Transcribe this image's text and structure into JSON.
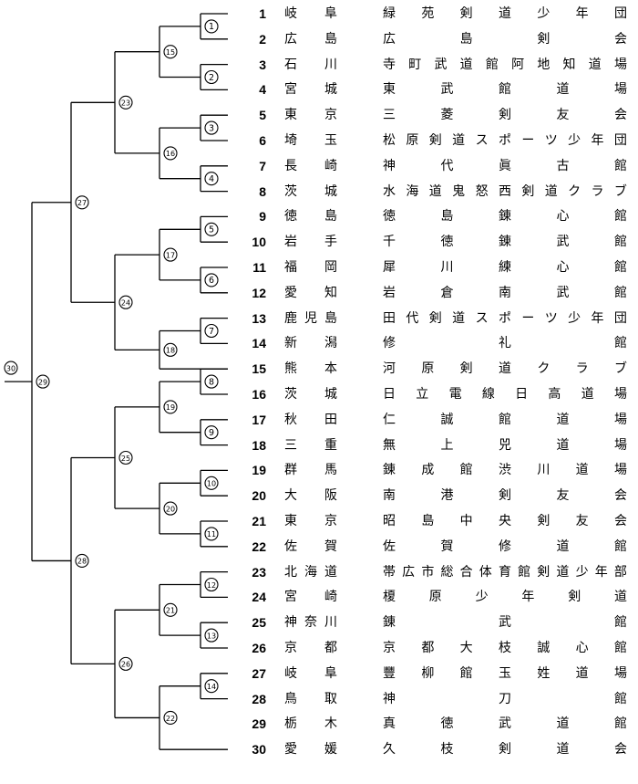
{
  "entries": [
    {
      "no": "1",
      "pref": "岐阜",
      "club": "緑苑剣道少年団"
    },
    {
      "no": "2",
      "pref": "広島",
      "club": "広島剣会"
    },
    {
      "no": "3",
      "pref": "石川",
      "club": "寺町武道館阿地知道場"
    },
    {
      "no": "4",
      "pref": "宮城",
      "club": "東武館道場"
    },
    {
      "no": "5",
      "pref": "東京",
      "club": "三菱剣友会"
    },
    {
      "no": "6",
      "pref": "埼玉",
      "club": "松原剣道スポーツ少年団"
    },
    {
      "no": "7",
      "pref": "長崎",
      "club": "神代眞古館"
    },
    {
      "no": "8",
      "pref": "茨城",
      "club": "水海道鬼怒西剣道クラブ"
    },
    {
      "no": "9",
      "pref": "徳島",
      "club": "徳島錬心館"
    },
    {
      "no": "10",
      "pref": "岩手",
      "club": "千徳錬武館"
    },
    {
      "no": "11",
      "pref": "福岡",
      "club": "犀川練心館"
    },
    {
      "no": "12",
      "pref": "愛知",
      "club": "岩倉南武館"
    },
    {
      "no": "13",
      "pref": "鹿児島",
      "club": "田代剣道スポーツ少年団"
    },
    {
      "no": "14",
      "pref": "新潟",
      "club": "修礼館"
    },
    {
      "no": "15",
      "pref": "熊本",
      "club": "河原剣道クラブ"
    },
    {
      "no": "16",
      "pref": "茨城",
      "club": "日立電線日高道場"
    },
    {
      "no": "17",
      "pref": "秋田",
      "club": "仁誠館道場"
    },
    {
      "no": "18",
      "pref": "三重",
      "club": "無上兕道場"
    },
    {
      "no": "19",
      "pref": "群馬",
      "club": "錬成館渋川道場"
    },
    {
      "no": "20",
      "pref": "大阪",
      "club": "南港剣友会"
    },
    {
      "no": "21",
      "pref": "東京",
      "club": "昭島中央剣友会"
    },
    {
      "no": "22",
      "pref": "佐賀",
      "club": "佐賀修道館"
    },
    {
      "no": "23",
      "pref": "北海道",
      "club": "帯広市総合体育館剣道少年部"
    },
    {
      "no": "24",
      "pref": "宮崎",
      "club": "榎原少年剣道"
    },
    {
      "no": "25",
      "pref": "神奈川",
      "club": "錬武館"
    },
    {
      "no": "26",
      "pref": "京都",
      "club": "京都大枝誠心館"
    },
    {
      "no": "27",
      "pref": "岐阜",
      "club": "豐柳館玉姓道場"
    },
    {
      "no": "28",
      "pref": "鳥取",
      "club": "神刀館"
    },
    {
      "no": "29",
      "pref": "栃木",
      "club": "真徳武道館"
    },
    {
      "no": "30",
      "pref": "愛媛",
      "club": "久枝剣道会"
    }
  ],
  "matches": {
    "m1": "1",
    "m2": "2",
    "m3": "3",
    "m4": "4",
    "m5": "5",
    "m6": "6",
    "m7": "7",
    "m8": "8",
    "m9": "9",
    "m10": "10",
    "m11": "11",
    "m12": "12",
    "m13": "13",
    "m14": "14",
    "m15": "15",
    "m16": "16",
    "m17": "17",
    "m18": "18",
    "m19": "19",
    "m20": "20",
    "m21": "21",
    "m22": "22",
    "m23": "23",
    "m24": "24",
    "m25": "25",
    "m26": "26",
    "m27": "27",
    "m28": "28",
    "m29": "29",
    "m30": "30"
  }
}
